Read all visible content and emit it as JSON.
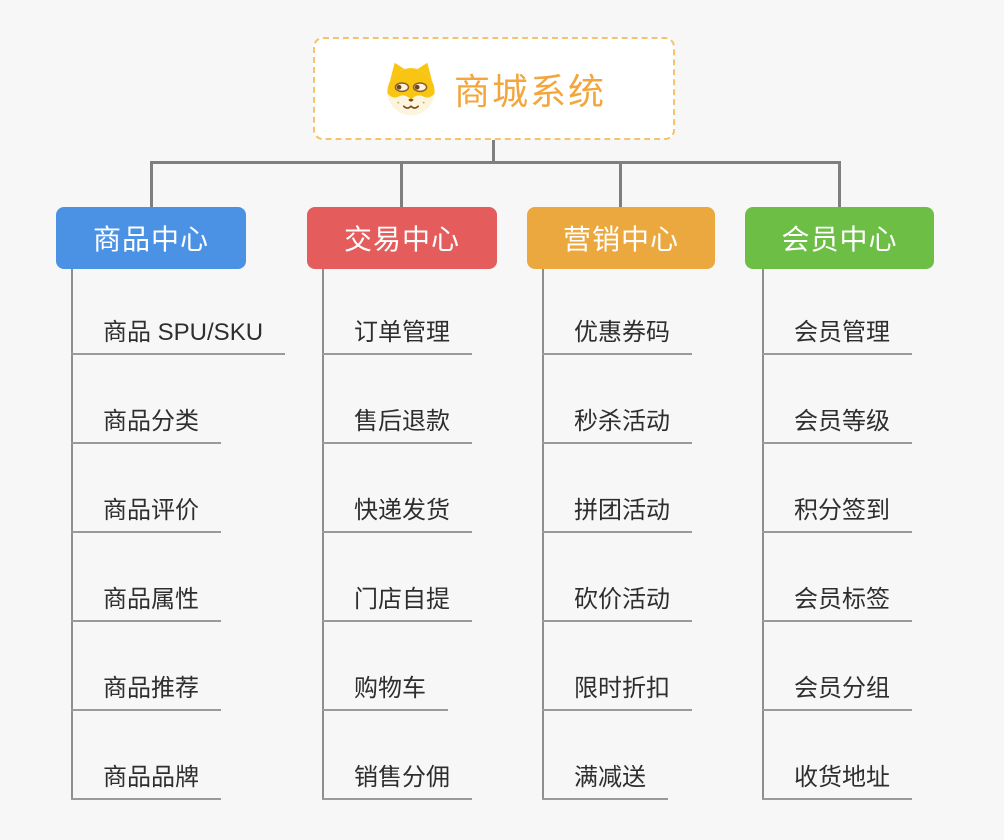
{
  "page": {
    "background_color": "#f7f7f7"
  },
  "root": {
    "label": "商城系统",
    "text_color": "#f2a63c",
    "border_color": "#f6c36a",
    "icon": "dog-face-icon"
  },
  "connector_color": "#7f7f7f",
  "tree_line_color": "#9a9a9a",
  "branches": [
    {
      "label": "商品中心",
      "color": "#4b92e5",
      "children": [
        "商品 SPU/SKU",
        "商品分类",
        "商品评价",
        "商品属性",
        "商品推荐",
        "商品品牌"
      ]
    },
    {
      "label": "交易中心",
      "color": "#e45c5c",
      "children": [
        "订单管理",
        "售后退款",
        "快递发货",
        "门店自提",
        "购物车",
        "销售分佣"
      ]
    },
    {
      "label": "营销中心",
      "color": "#eba83f",
      "children": [
        "优惠券码",
        "秒杀活动",
        "拼团活动",
        "砍价活动",
        "限时折扣",
        "满减送"
      ]
    },
    {
      "label": "会员中心",
      "color": "#6cbe45",
      "children": [
        "会员管理",
        "会员等级",
        "积分签到",
        "会员标签",
        "会员分组",
        "收货地址"
      ]
    }
  ]
}
